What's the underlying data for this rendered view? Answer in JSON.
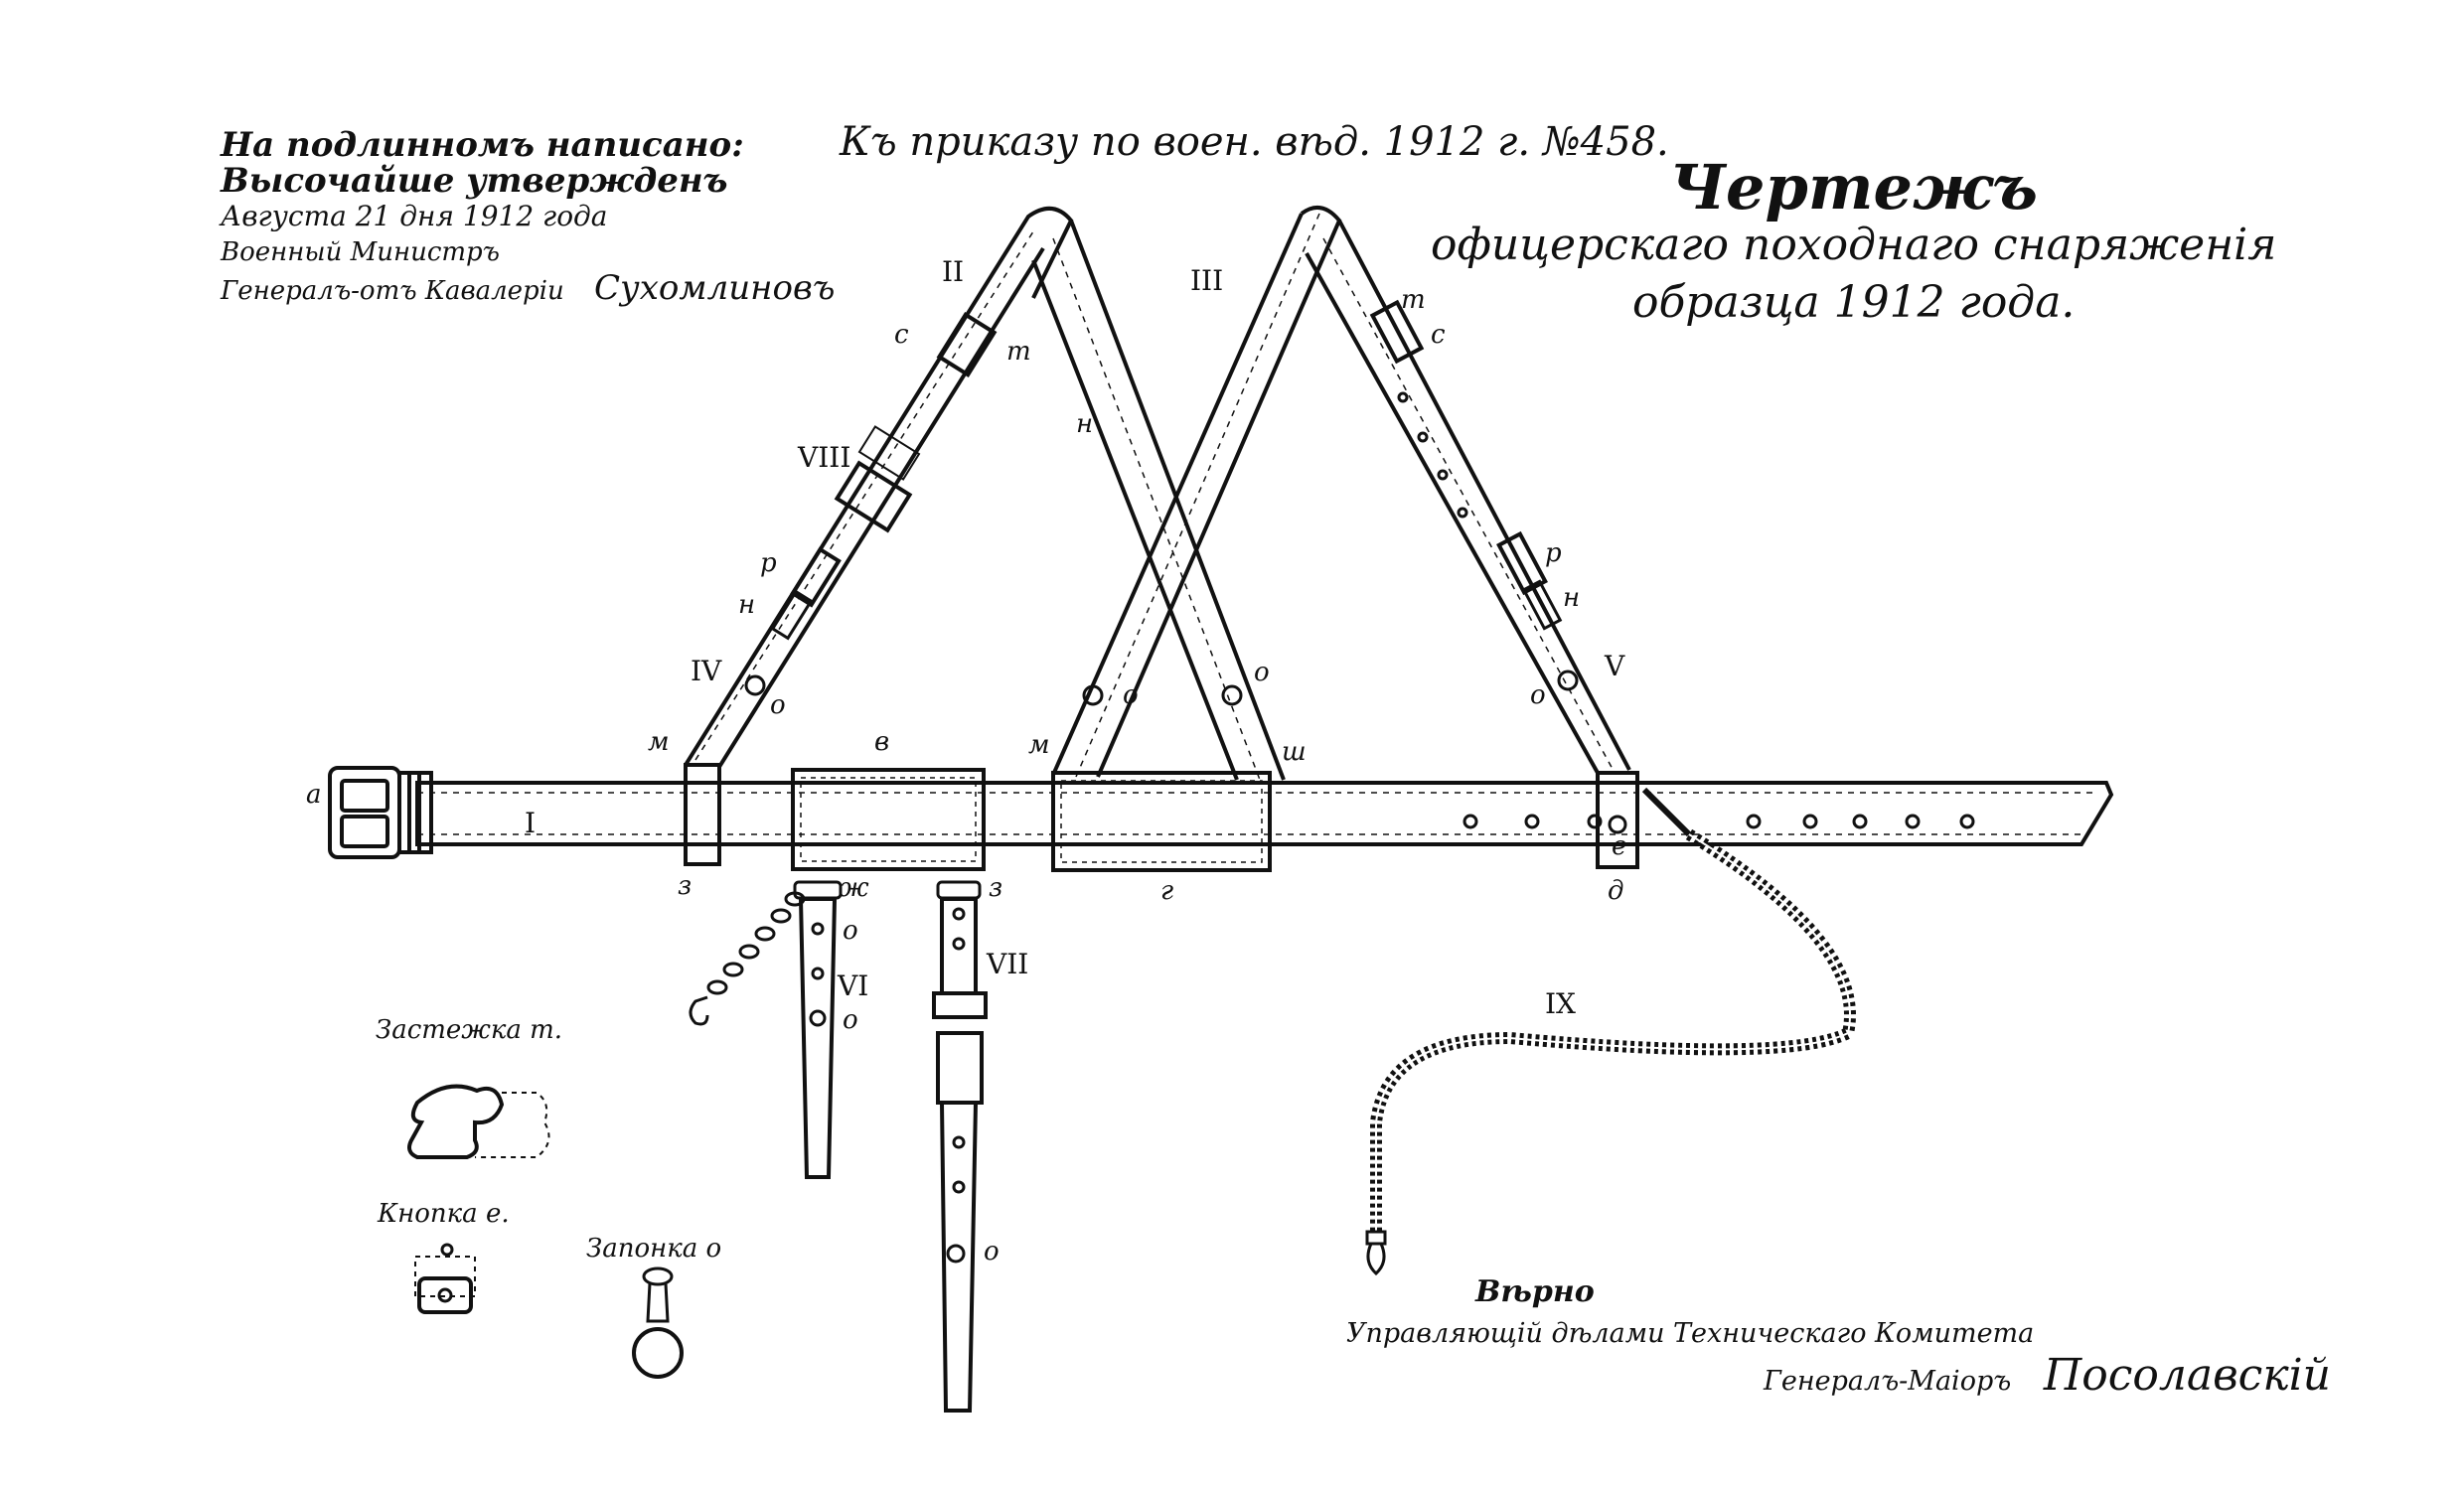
{
  "header": {
    "approval_line1": "На подлинномъ написано:",
    "approval_line2": "Высочайше утвержденъ",
    "approval_line3": "Августа 21 дня 1912 года",
    "minister_line1": "Военный Министръ",
    "minister_line2": "Генералъ-отъ Кавалерiи",
    "minister_name": "Сухомлиновъ",
    "order_ref": "Къ приказу по воен. вѣд. 1912 г. №458.",
    "title_line1": "Чертежъ",
    "title_line2": "офицерскаго походнаго снаряженiя",
    "title_line3": "образца 1912 года."
  },
  "detail_labels": {
    "clasp": "Застежка т.",
    "button": "Кнопка е.",
    "stud": "Запонка о"
  },
  "roman_labels": {
    "I": "I",
    "II": "II",
    "III": "III",
    "IV": "IV",
    "V": "V",
    "VI": "VI",
    "VII": "VII",
    "VIII": "VIII",
    "IX": "IX"
  },
  "letter_labels": {
    "a": "а",
    "v": "в",
    "g": "г",
    "d": "д",
    "e": "е",
    "zh": "ж",
    "z": "з",
    "m": "м",
    "n": "н",
    "o": "о",
    "p": "р",
    "s": "с",
    "t": "т",
    "sh": "ш"
  },
  "certification": {
    "verno": "Вѣрно",
    "position": "Управляющiй дѣлами Техническаго Комитета",
    "rank": "Генералъ-Маiоръ",
    "signature": "Посолавскiй"
  }
}
